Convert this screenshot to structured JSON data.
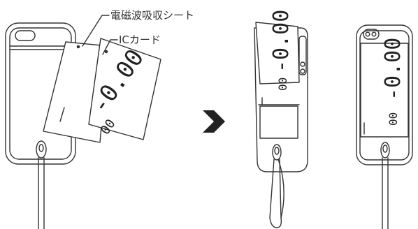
{
  "labels": {
    "shield_sheet": "電磁波吸収シート",
    "ic_card": "ICカード"
  },
  "card_text": {
    "balance": "-0.00",
    "small": "00"
  },
  "arrow_glyph": "›",
  "colors": {
    "stroke": "#333333",
    "arrow": "#222222",
    "fill": "#ffffff"
  },
  "icons": [
    "phone-case-icon",
    "ic-card-icon",
    "shield-sheet-icon",
    "strap-icon",
    "arrow-right-icon"
  ]
}
